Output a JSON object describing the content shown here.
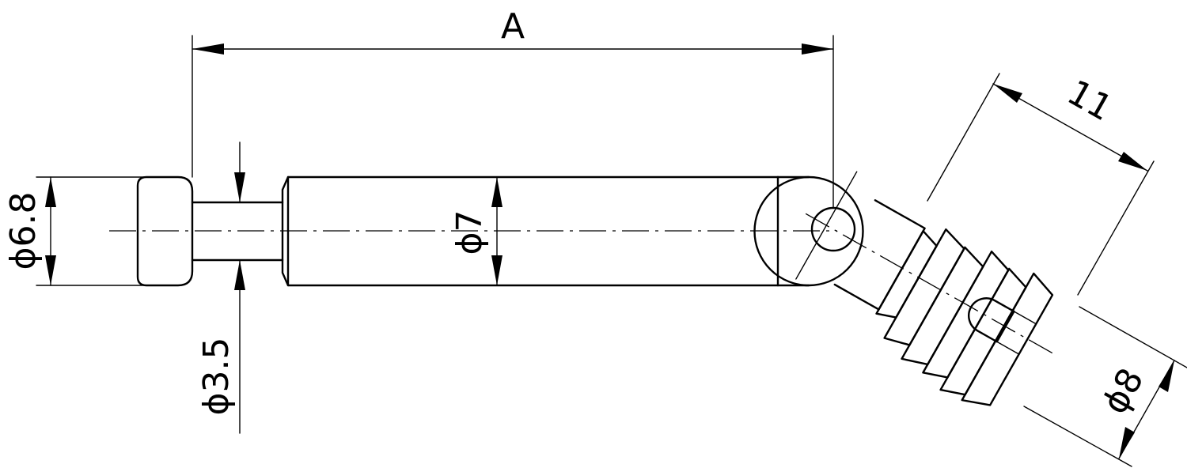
{
  "dimensions": {
    "length": "A",
    "head_diameter": "ϕ6.8",
    "neck_diameter": "ϕ3.5",
    "body_diameter": "ϕ7",
    "dowel_length": "11",
    "dowel_diameter": "ϕ8"
  }
}
